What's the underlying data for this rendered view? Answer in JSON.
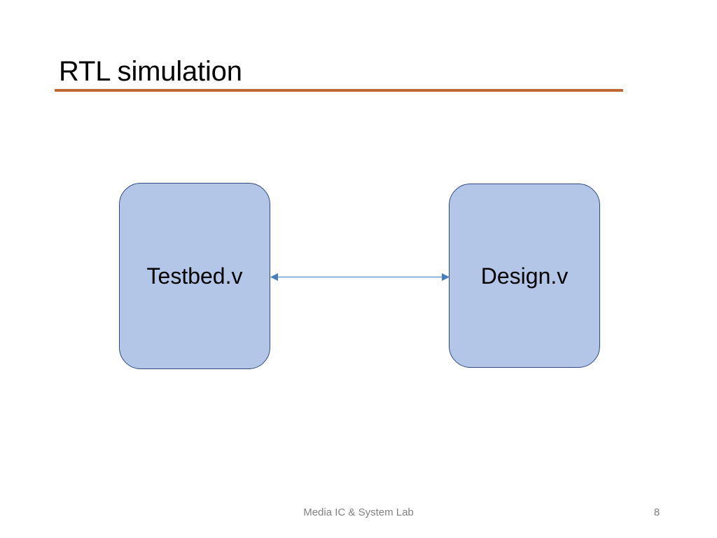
{
  "slide": {
    "title": "RTL simulation",
    "accent_color": "#bf6a36",
    "background_color": "#ffffff"
  },
  "diagram": {
    "type": "block-diagram",
    "node_fill_color": "#b3c6e7",
    "node_border_color": "#2e4a7d",
    "connector_color": "#7ba7d4",
    "nodes": [
      {
        "id": "testbed",
        "label": "Testbed.v"
      },
      {
        "id": "design",
        "label": "Design.v"
      }
    ],
    "connectors": [
      {
        "id": "testbed-design-link",
        "from": "testbed",
        "to": "design",
        "style": "double-headed-arrow",
        "label": ""
      }
    ]
  },
  "footer": {
    "text": "Media IC & System Lab",
    "page_number": "8"
  }
}
